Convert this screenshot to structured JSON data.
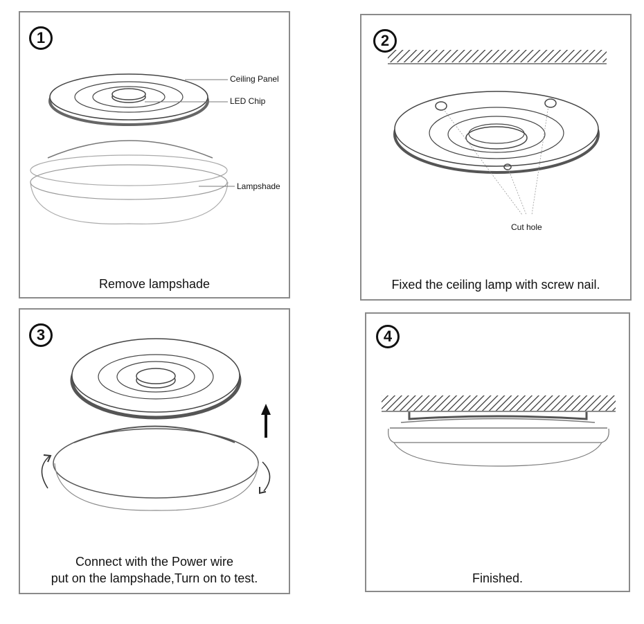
{
  "steps": [
    {
      "number": "1",
      "caption": "Remove lampshade",
      "labels": {
        "ceiling_panel": "Ceiling Panel",
        "led_chip": "LED Chip",
        "lampshade": "Lampshade"
      }
    },
    {
      "number": "2",
      "caption": "Fixed the ceiling lamp with screw nail.",
      "labels": {
        "cut_hole": "Cut hole"
      }
    },
    {
      "number": "3",
      "caption_lines": [
        "Connect with the Power wire",
        "put on the lampshade,Turn on to test."
      ]
    },
    {
      "number": "4",
      "caption": "Finished."
    }
  ]
}
